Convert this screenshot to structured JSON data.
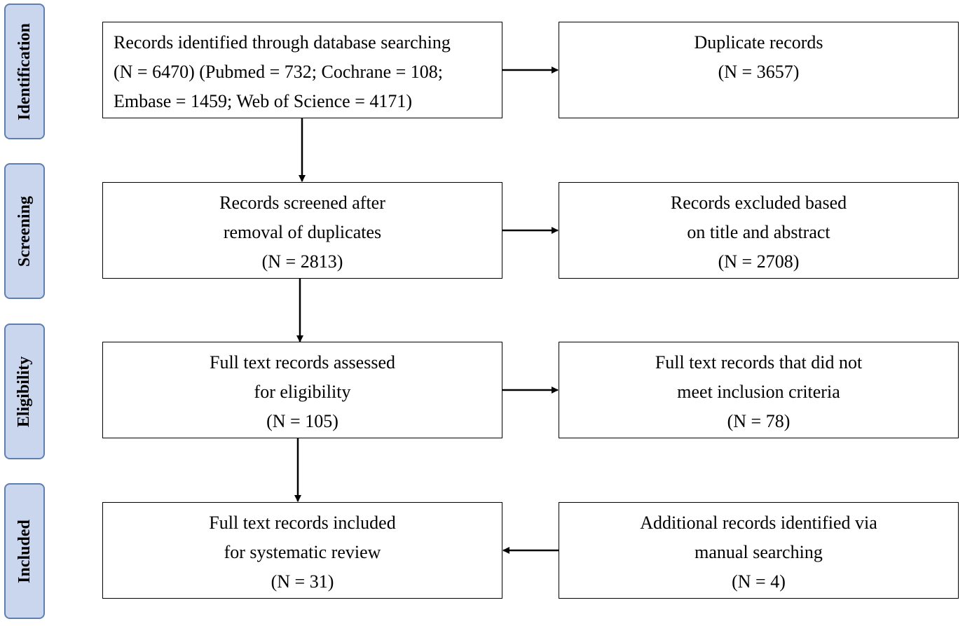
{
  "colors": {
    "stage_fill": "#c9d6ee",
    "stage_border": "#5f7fb0",
    "line": "#000000"
  },
  "stages": [
    {
      "label": "Identification"
    },
    {
      "label": "Screening"
    },
    {
      "label": "Eligibility"
    },
    {
      "label": "Included"
    }
  ],
  "boxes": {
    "identified": {
      "lines": [
        "Records identified through database searching",
        "(N = 6470) (Pubmed = 732; Cochrane = 108;",
        "Embase = 1459; Web of Science = 4171)"
      ]
    },
    "duplicates": {
      "lines": [
        "Duplicate records",
        "(N = 3657)"
      ]
    },
    "screened": {
      "lines": [
        "Records screened after",
        "removal of duplicates",
        "(N = 2813)"
      ]
    },
    "excluded_title": {
      "lines": [
        "Records excluded based",
        "on title and abstract",
        "(N = 2708)"
      ]
    },
    "fulltext_assessed": {
      "lines": [
        "Full text records assessed",
        "for eligibility",
        "(N = 105)"
      ]
    },
    "fulltext_excluded": {
      "lines": [
        "Full text records that did not",
        "meet inclusion criteria",
        "(N = 78)"
      ]
    },
    "included": {
      "lines": [
        "Full text records included",
        "for systematic review",
        "(N = 31)"
      ]
    },
    "additional": {
      "lines": [
        "Additional records identified via",
        "manual searching",
        "(N = 4)"
      ]
    }
  }
}
